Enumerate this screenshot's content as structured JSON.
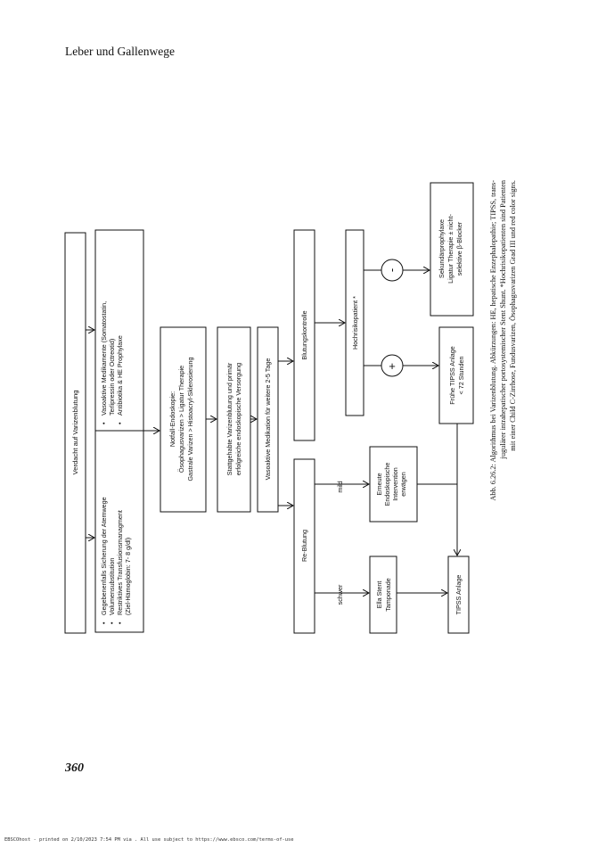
{
  "header": {
    "title": "Leber und Gallenwege"
  },
  "page_number": "360",
  "footer": "EBSCOhost - printed on 2/10/2023 7:54 PM via . All use subject to https://www.ebsco.com/terms-of-use",
  "flowchart": {
    "suspicion": "Verdacht auf Varizenblutung",
    "initial_measures": [
      "Gegebenenfalls Sicherung der Atemwege",
      "Volumensubstitution",
      "Restriktives Transfusionsmanagment",
      "(Ziel-Hämoglobin: 7- 8 g/dl)"
    ],
    "vasoactive": [
      "Vasoaktive Medikamente (Somatostatin,",
      "Terlipressin oder Octreotid)",
      "Antibiotika & HE Prophylaxe"
    ],
    "emergency_endoscopy": [
      "Notfall-Endoskopie:",
      "Ösophagusvarizen > Ligatur Therapie",
      "Gastrale Varizen > Histoacryl-Sklerosierung"
    ],
    "stopped_bleeding": [
      "Stattgehabte Varizenblutung und primär",
      "erfolgreiche endoskopische Versorgung"
    ],
    "vasoactive_continue": "Vasoaktive Medikation für weitere 2-5 Tage",
    "rebleeding": "Re-Blutung",
    "bleeding_control": "Blutungskontrolle",
    "severe_label": "schwer",
    "mild_label": "mild",
    "ella_stent": [
      "Ella Stent",
      "Tamponade"
    ],
    "repeat_endoscopy": [
      "Erneute",
      "Endoskopische",
      "Intervention",
      "erwägen"
    ],
    "high_risk": "Hochrisikopatient *",
    "plus_sign": "+",
    "minus_sign": "-",
    "early_tipss": [
      "Frühe TIPSS Anlage",
      "< 72  Stunden"
    ],
    "secondary_prophylaxis": [
      "Sekundärprophylaxe",
      "Ligatur Therapie ± nicht-",
      "selektive β-Blocker"
    ],
    "tipss": "TIPSS Anlage"
  },
  "caption": [
    "Abb. 6.26.2: Algorithmus bei Varizenblutung. Abkürzungen: HE, hepatische Enzephalopathie; TIPSS, trans-",
    "jugulärer intrahepatischer portosystemischer Stent Shunt. *Hochrisikopatienten sind Patienten",
    "mit einer Child C-Zirrhose, Fundusvarizen, Ösophagusvarizen Grad III und red color signs."
  ]
}
